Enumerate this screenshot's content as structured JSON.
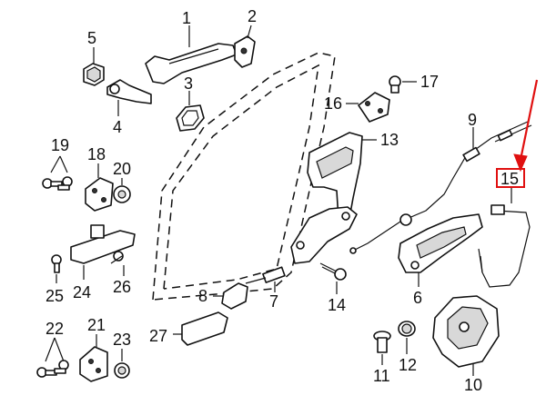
{
  "labels": {
    "p1": "1",
    "p2": "2",
    "p3": "3",
    "p4": "4",
    "p5": "5",
    "p6": "6",
    "p7": "7",
    "p8": "8",
    "p9": "9",
    "p10": "10",
    "p11": "11",
    "p12": "12",
    "p13": "13",
    "p14": "14",
    "p15": "15",
    "p16": "16",
    "p17": "17",
    "p18": "18",
    "p19": "19",
    "p20": "20",
    "p21": "21",
    "p22": "22",
    "p23": "23",
    "p24": "24",
    "p25": "25",
    "p26": "26",
    "p27": "27"
  },
  "highlight": {
    "part": "15",
    "color": "#e01010"
  }
}
